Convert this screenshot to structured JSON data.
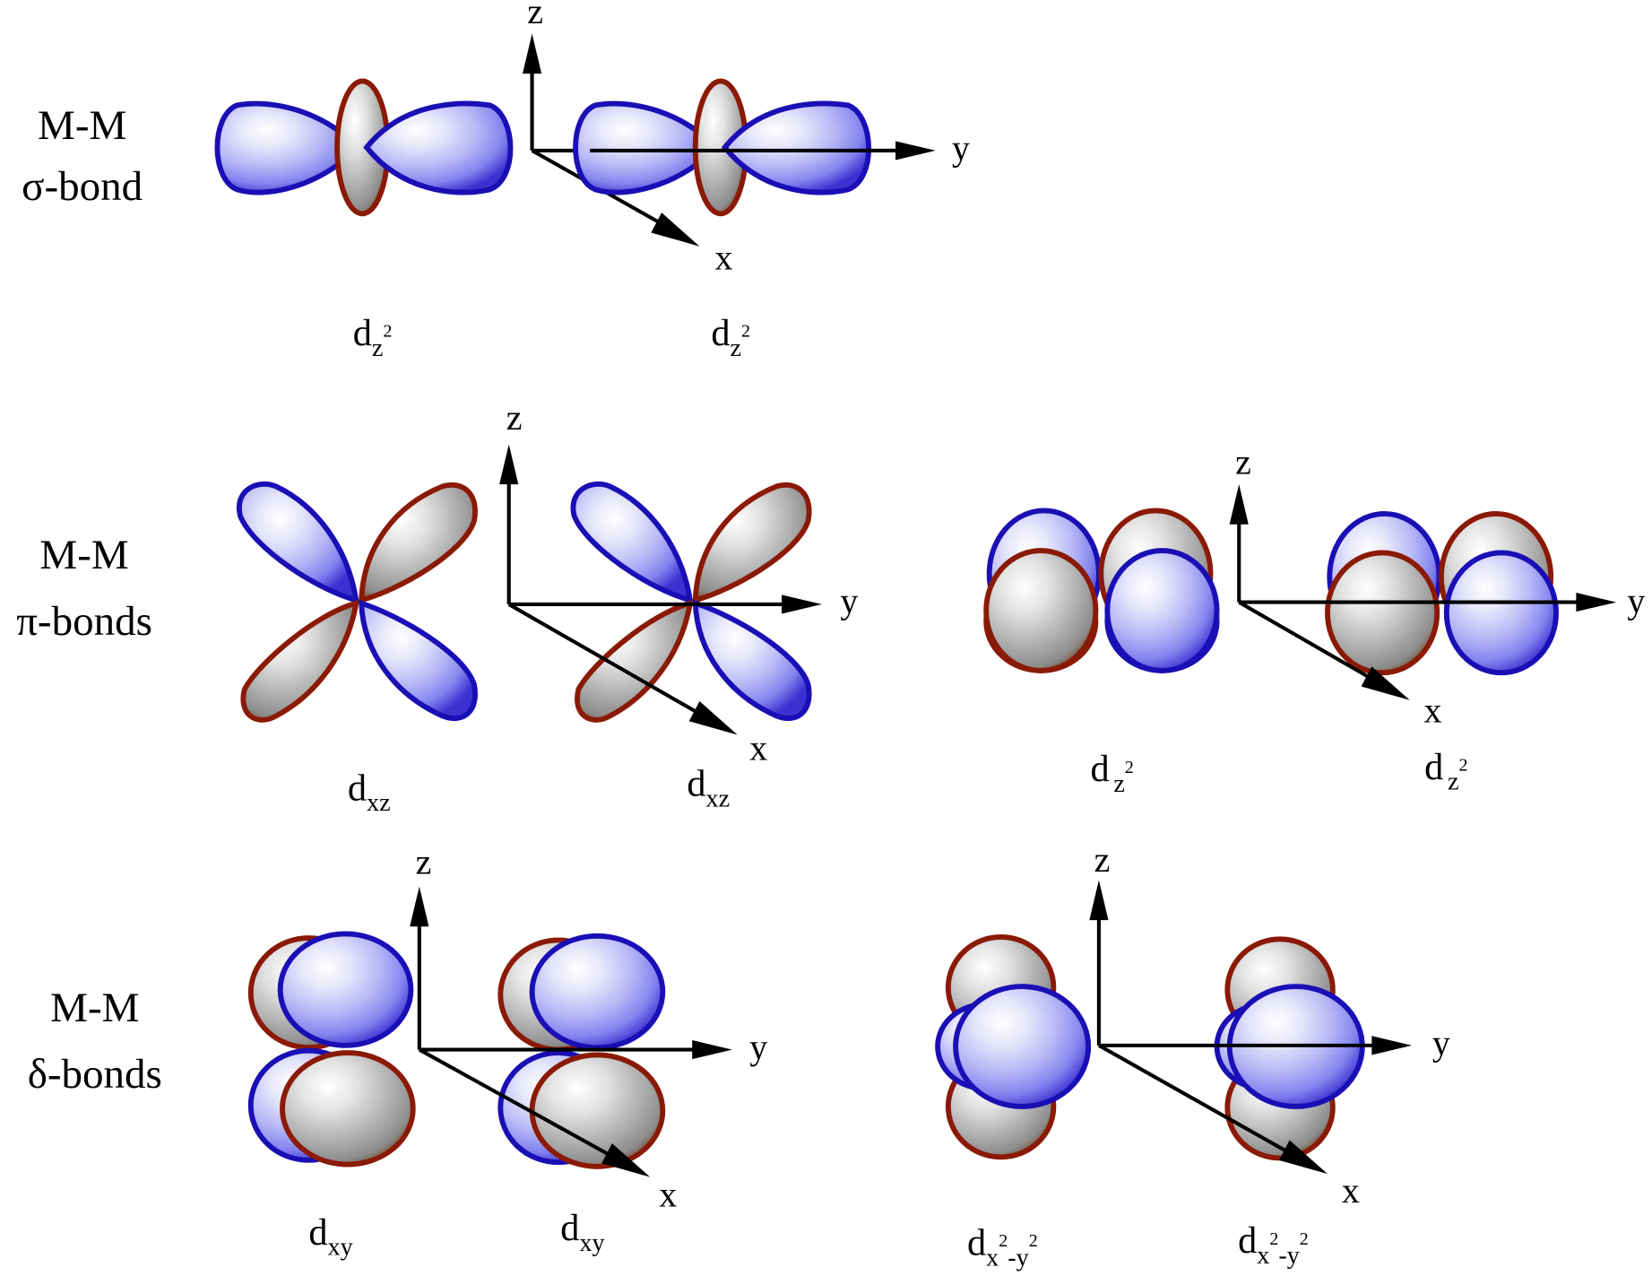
{
  "figure": {
    "colors": {
      "positive_lobe_fill": "#8a8cf5",
      "positive_lobe_edge": "#1a0fb5",
      "negative_lobe_fill": "#b8b8b8",
      "negative_lobe_edge": "#8a1a05",
      "axis": "#000000",
      "background": "#ffffff"
    },
    "axes": {
      "z": "z",
      "y": "y",
      "x": "x"
    },
    "rows": [
      {
        "title_line1": "M-M",
        "title_line2": "σ-bond",
        "orbitals": [
          {
            "base": "d",
            "sub": "z",
            "sup": "2",
            "tail_sub": "",
            "tail_sup": ""
          },
          {
            "base": "d",
            "sub": "z",
            "sup": "2",
            "tail_sub": "",
            "tail_sup": ""
          }
        ]
      },
      {
        "title_line1": "M-M",
        "title_line2": "π-bonds",
        "orbitals": [
          {
            "base": "d",
            "sub": "xz",
            "sup": "",
            "tail_sub": "",
            "tail_sup": ""
          },
          {
            "base": "d",
            "sub": "xz",
            "sup": "",
            "tail_sub": "",
            "tail_sup": ""
          },
          {
            "base": "d",
            "sub": "z",
            "sup": "2",
            "tail_sub": "",
            "tail_sup": ""
          },
          {
            "base": "d",
            "sub": "z",
            "sup": "2",
            "tail_sub": "",
            "tail_sup": ""
          }
        ]
      },
      {
        "title_line1": "M-M",
        "title_line2": "δ-bonds",
        "orbitals": [
          {
            "base": "d",
            "sub": "xy",
            "sup": "",
            "tail_sub": "",
            "tail_sup": ""
          },
          {
            "base": "d",
            "sub": "xy",
            "sup": "",
            "tail_sub": "",
            "tail_sup": ""
          },
          {
            "base": "d",
            "sub": "x",
            "sup": "2",
            "tail_sub": "-y",
            "tail_sup": "2"
          },
          {
            "base": "d",
            "sub": "x",
            "sup": "2",
            "tail_sub": "-y",
            "tail_sup": "2"
          }
        ]
      }
    ]
  }
}
